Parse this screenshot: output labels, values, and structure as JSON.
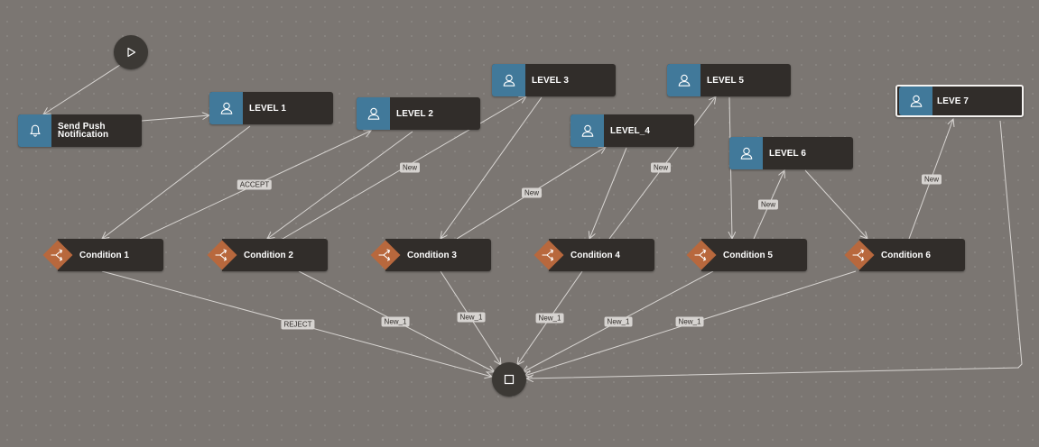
{
  "canvas": {
    "background": "#7b7672"
  },
  "colors": {
    "task_icon_bg": "#41799a",
    "condition": "#b8683d",
    "node_body": "#312d2a",
    "edge": "#d8d5d2"
  },
  "start": {
    "icon": "play-icon"
  },
  "end": {
    "icon": "stop-icon"
  },
  "nodes": {
    "push": {
      "label": "Send Push Notification",
      "icon": "bell-icon"
    },
    "l1": {
      "label": "LEVEL 1",
      "icon": "user-icon"
    },
    "l2": {
      "label": "LEVEL 2",
      "icon": "user-icon"
    },
    "l3": {
      "label": "LEVEL 3",
      "icon": "user-icon"
    },
    "l4": {
      "label": "LEVEL_4",
      "icon": "user-icon"
    },
    "l5": {
      "label": "LEVEL 5",
      "icon": "user-icon"
    },
    "l6": {
      "label": "LEVEL 6",
      "icon": "user-icon"
    },
    "l7": {
      "label": "LEVE 7",
      "icon": "user-icon",
      "selected": true
    }
  },
  "conditions": {
    "c1": {
      "label": "Condition 1",
      "icon": "branch-icon"
    },
    "c2": {
      "label": "Condition 2",
      "icon": "branch-icon"
    },
    "c3": {
      "label": "Condition 3",
      "icon": "branch-icon"
    },
    "c4": {
      "label": "Condition 4",
      "icon": "branch-icon"
    },
    "c5": {
      "label": "Condition 5",
      "icon": "branch-icon"
    },
    "c6": {
      "label": "Condition 6",
      "icon": "branch-icon"
    }
  },
  "edge_labels": {
    "accept": "ACCEPT",
    "c2_l3": "New",
    "c3_l4": "New",
    "c4_l5": "New",
    "c5_l6": "New",
    "c6_l7": "New",
    "c1_end": "REJECT",
    "c2_end": "New_1",
    "c3_end": "New_1",
    "c4_end": "New_1",
    "c5_end": "New_1",
    "c6_end": "New_1"
  }
}
